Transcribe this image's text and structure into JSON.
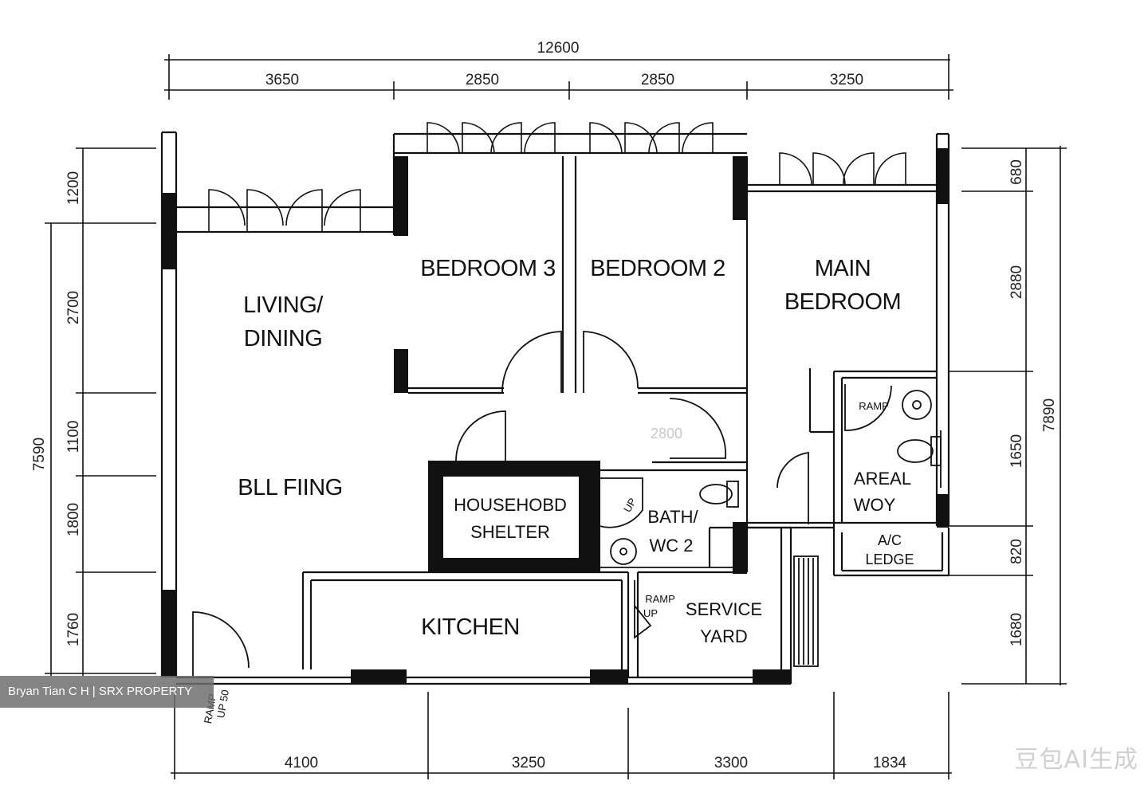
{
  "dimensions": {
    "top_total": "12600",
    "top": [
      "3650",
      "2850",
      "2850",
      "3250"
    ],
    "bottom": [
      "4100",
      "3250",
      "3300",
      "1834"
    ],
    "left_total": "7590",
    "left": [
      "1200",
      "2700",
      "1100",
      "1800",
      "1760"
    ],
    "right": [
      "680",
      "2880",
      "1650",
      "820",
      "1680"
    ],
    "right_total": "7890",
    "interior": "2800"
  },
  "rooms": {
    "living_1": "LIVING/",
    "living_2": "DINING",
    "living_lower": "BLL FIING",
    "bedroom3": "BEDROOM 3",
    "bedroom2": "BEDROOM 2",
    "main_1": "MAIN",
    "main_2": "BEDROOM",
    "shelter_1": "HOUSEHOBD",
    "shelter_2": "SHELTER",
    "bath_1": "BATH/",
    "bath_2": "WC 2",
    "ensuite_1": "AREAL",
    "ensuite_2": "WOY",
    "ac_1": "A/C",
    "ac_2": "LEDGE",
    "kitchen": "KITCHEN",
    "service_1": "SERVICE",
    "service_2": "YARD"
  },
  "ramps": {
    "ensuite": "RAMP",
    "kitchen_1": "RAMP",
    "kitchen_2": "UP",
    "entrance_1": "RAMP",
    "entrance_2": "UP 50",
    "bath_small": "UP"
  },
  "watermark": "Bryan Tian C H | SRX PROPERTY",
  "ai_mark": "豆包AI生成"
}
